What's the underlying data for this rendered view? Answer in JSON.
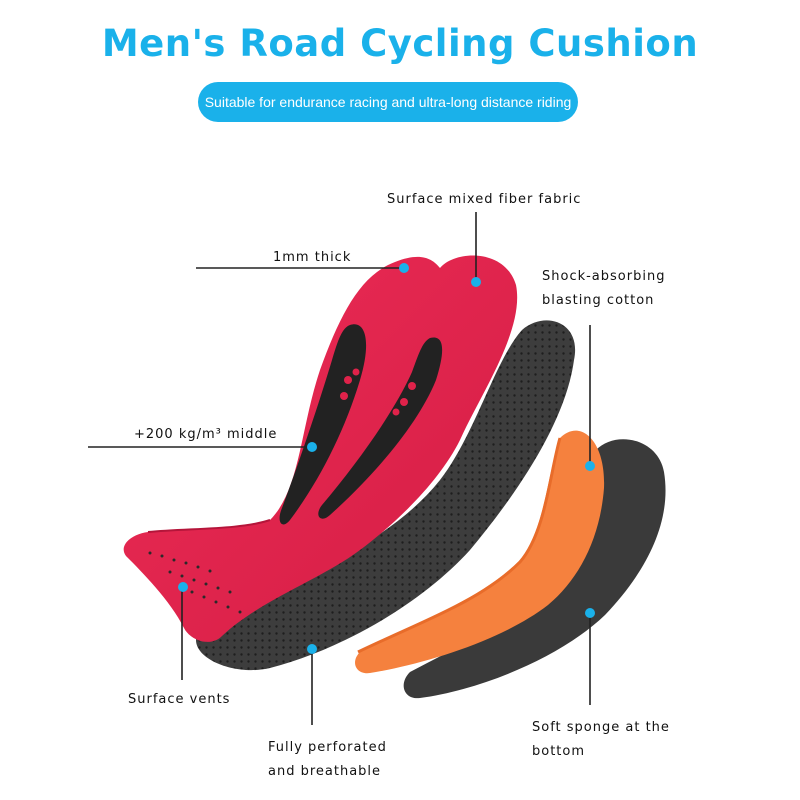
{
  "header": {
    "title": "Men's Road Cycling Cushion",
    "subtitle": "Suitable for endurance racing and ultra-long distance riding"
  },
  "colors": {
    "accent": "#1ab1ea",
    "pad_red": "#e0224a",
    "sponge_black": "#3a3a3a",
    "orange_layer": "#f5813e"
  },
  "callouts": {
    "surface_fabric": "Surface mixed fiber fabric",
    "thickness": "1mm thick",
    "shock_line1": "Shock-absorbing",
    "shock_line2": "blasting cotton",
    "density": "+200 kg/m³ middle",
    "vents": "Surface vents",
    "perforated_line1": "Fully perforated",
    "perforated_line2": "and breathable",
    "bottom_line1": "Soft sponge at the",
    "bottom_line2": "bottom"
  }
}
